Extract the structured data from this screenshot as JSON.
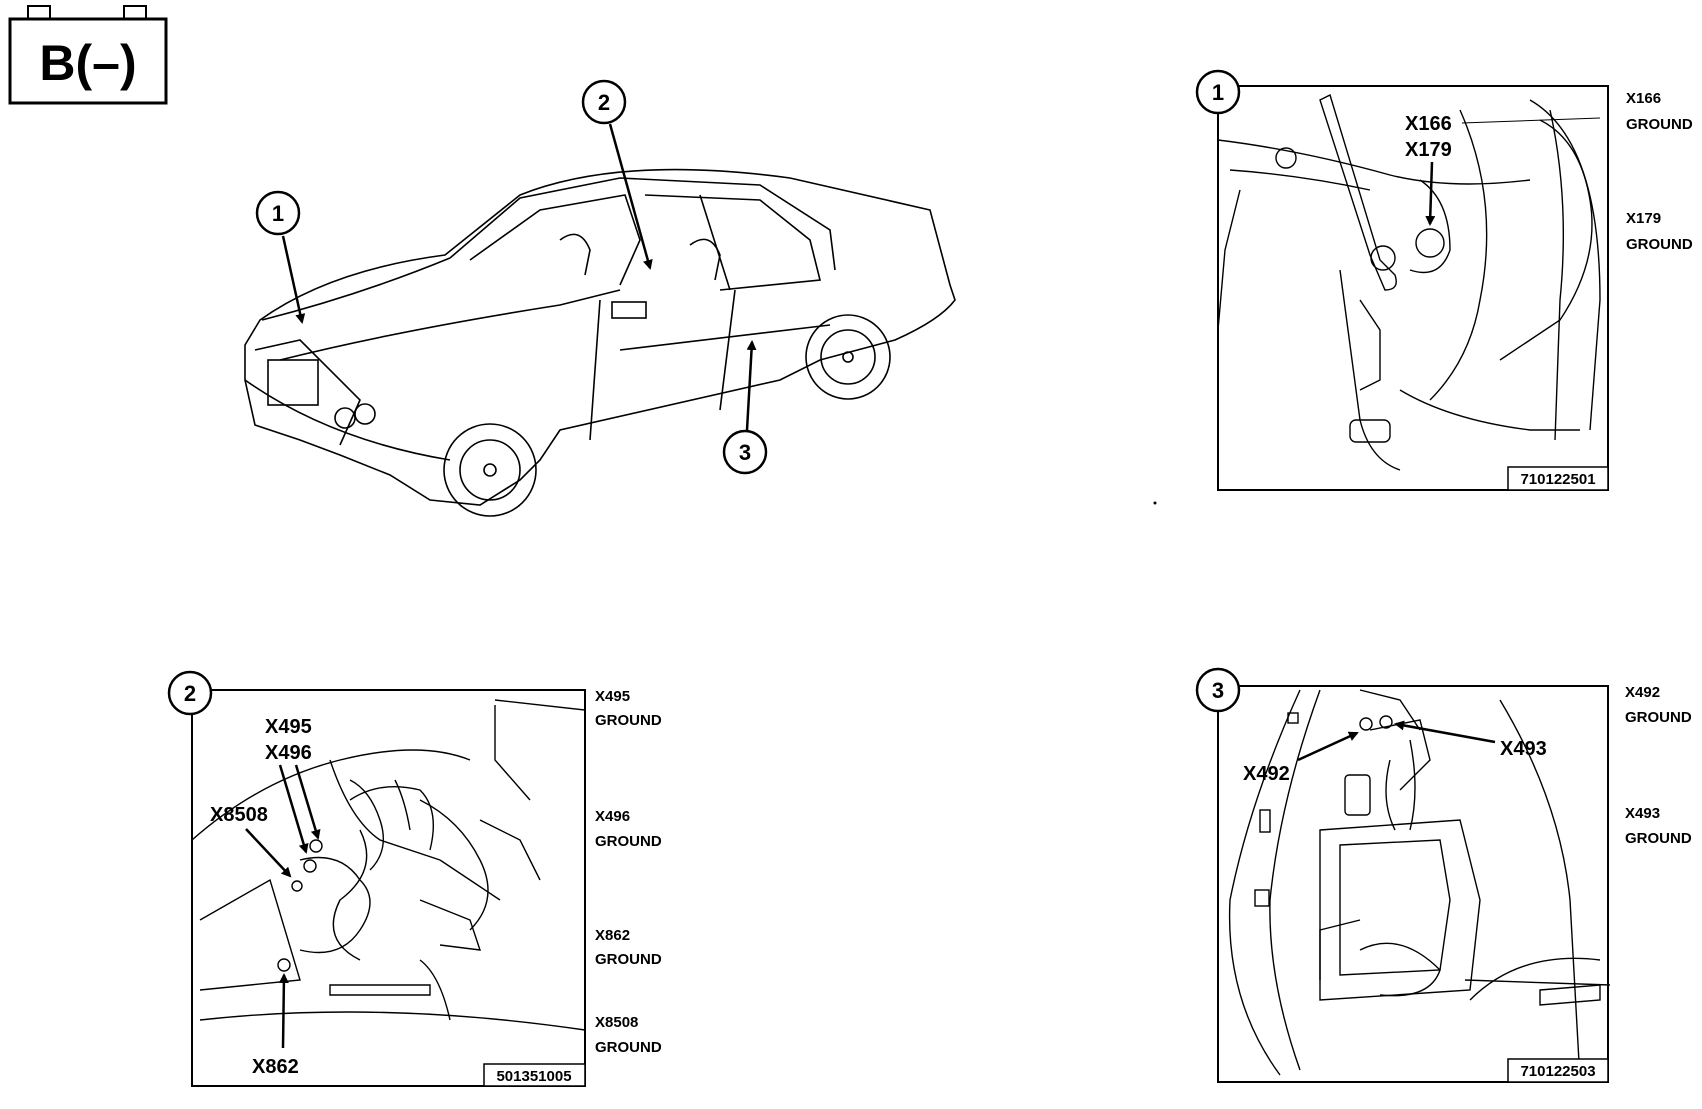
{
  "header": {
    "battery_label": "B(–)"
  },
  "overview": {
    "callouts": [
      "1",
      "2",
      "3"
    ]
  },
  "panel1": {
    "number": "1",
    "labels": [
      "X166",
      "X179"
    ],
    "side_labels": [
      {
        "id": "X166",
        "text": "GROUND"
      },
      {
        "id": "X179",
        "text": "GROUND"
      }
    ],
    "code": "710122501"
  },
  "panel2": {
    "number": "2",
    "labels": [
      "X495",
      "X496",
      "X8508",
      "X862"
    ],
    "side_labels": [
      {
        "id": "X495",
        "text": "GROUND"
      },
      {
        "id": "X496",
        "text": "GROUND"
      },
      {
        "id": "X862",
        "text": "GROUND"
      },
      {
        "id": "X8508",
        "text": "GROUND"
      }
    ],
    "code": "501351005"
  },
  "panel3": {
    "number": "3",
    "labels": [
      "X492",
      "X493"
    ],
    "side_labels": [
      {
        "id": "X492",
        "text": "GROUND"
      },
      {
        "id": "X493",
        "text": "GROUND"
      }
    ],
    "code": "710122503"
  }
}
